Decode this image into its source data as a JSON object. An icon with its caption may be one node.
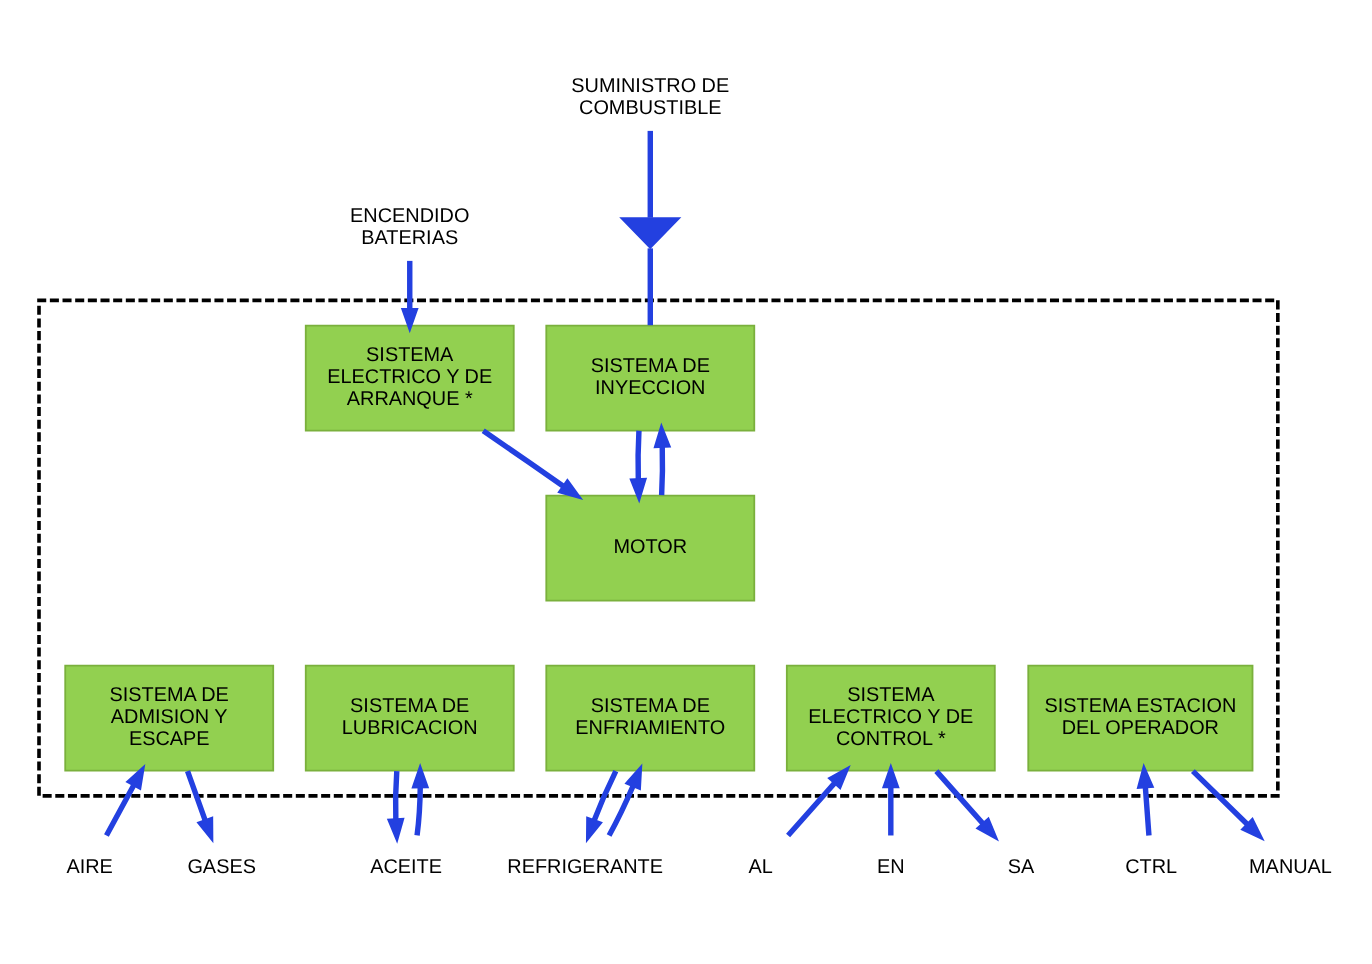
{
  "diagram": {
    "nodes": [
      {
        "text": [],
        "shape": "box"
      },
      {
        "text": [
          "ENCENDIDO BATERIAS"
        ]
      },
      {
        "text": [
          "SUMINISTRO DE COMBUSTIBLE"
        ]
      },
      {
        "text": [],
        "shape": "valve"
      },
      {
        "text": [
          "SISTEMA DE INYECCION"
        ],
        "in": 0
      },
      {
        "text": [
          "SISTEMA ELECTRICO Y DE ARRANQUE *"
        ],
        "in": 0
      },
      {
        "text": [
          "MOTOR"
        ],
        "in": 0
      },
      {
        "text": [
          "SISTEMA DE ADMISION Y ESCAPE"
        ],
        "in": 0
      },
      {
        "text": [
          "SISTEMA DE LUBRICACION"
        ],
        "in": 0
      },
      {
        "text": [
          "SISTEMA DE ENFRIAMIENTO"
        ],
        "in": 0
      },
      {
        "text": [
          "SISTEMA ELECTRICO Y DE CONTROL *"
        ],
        "in": 0
      },
      {
        "text": [
          "SISTEMA ESTACION DEL OPERADOR"
        ],
        "in": 0
      },
      {
        "text": [
          "AIRE"
        ]
      },
      {
        "text": [
          "GASES"
        ]
      },
      {
        "text": [
          "ACEITE"
        ]
      },
      {
        "text": [
          "REFRIGERANTE"
        ]
      },
      {
        "text": [
          "AL"
        ]
      },
      {
        "text": [
          "EN"
        ]
      },
      {
        "text": [
          "SA"
        ]
      },
      {
        "text": [
          "CTRL"
        ]
      },
      {
        "text": [
          "MANUAL"
        ]
      }
    ],
    "edges": [
      {
        "from": 1,
        "to": 5,
        "arrow": "to"
      },
      {
        "from": 2,
        "to": 3,
        "arrow": "none"
      },
      {
        "from": 3,
        "to": 4,
        "arrow": "none"
      },
      {
        "from": 4,
        "to": 6,
        "arrow": "to"
      },
      {
        "from": 6,
        "to": 4,
        "arrow": "to"
      },
      {
        "from": 5,
        "to": 6,
        "arrow": "to"
      },
      {
        "from": 12,
        "to": 7,
        "arrow": "to"
      },
      {
        "from": 7,
        "to": 13,
        "arrow": "to"
      },
      {
        "from": 14,
        "to": 8,
        "arrow": "to"
      },
      {
        "from": 8,
        "to": 14,
        "arrow": "to"
      },
      {
        "from": 15,
        "to": 9,
        "arrow": "to"
      },
      {
        "from": 9,
        "to": 15,
        "arrow": "to"
      },
      {
        "from": 16,
        "to": 10,
        "arrow": "to"
      },
      {
        "from": 17,
        "to": 10,
        "arrow": "to"
      },
      {
        "from": 10,
        "to": 18,
        "arrow": "to"
      },
      {
        "from": 19,
        "to": 11,
        "arrow": "to"
      },
      {
        "from": 11,
        "to": 20,
        "arrow": "to"
      }
    ]
  }
}
